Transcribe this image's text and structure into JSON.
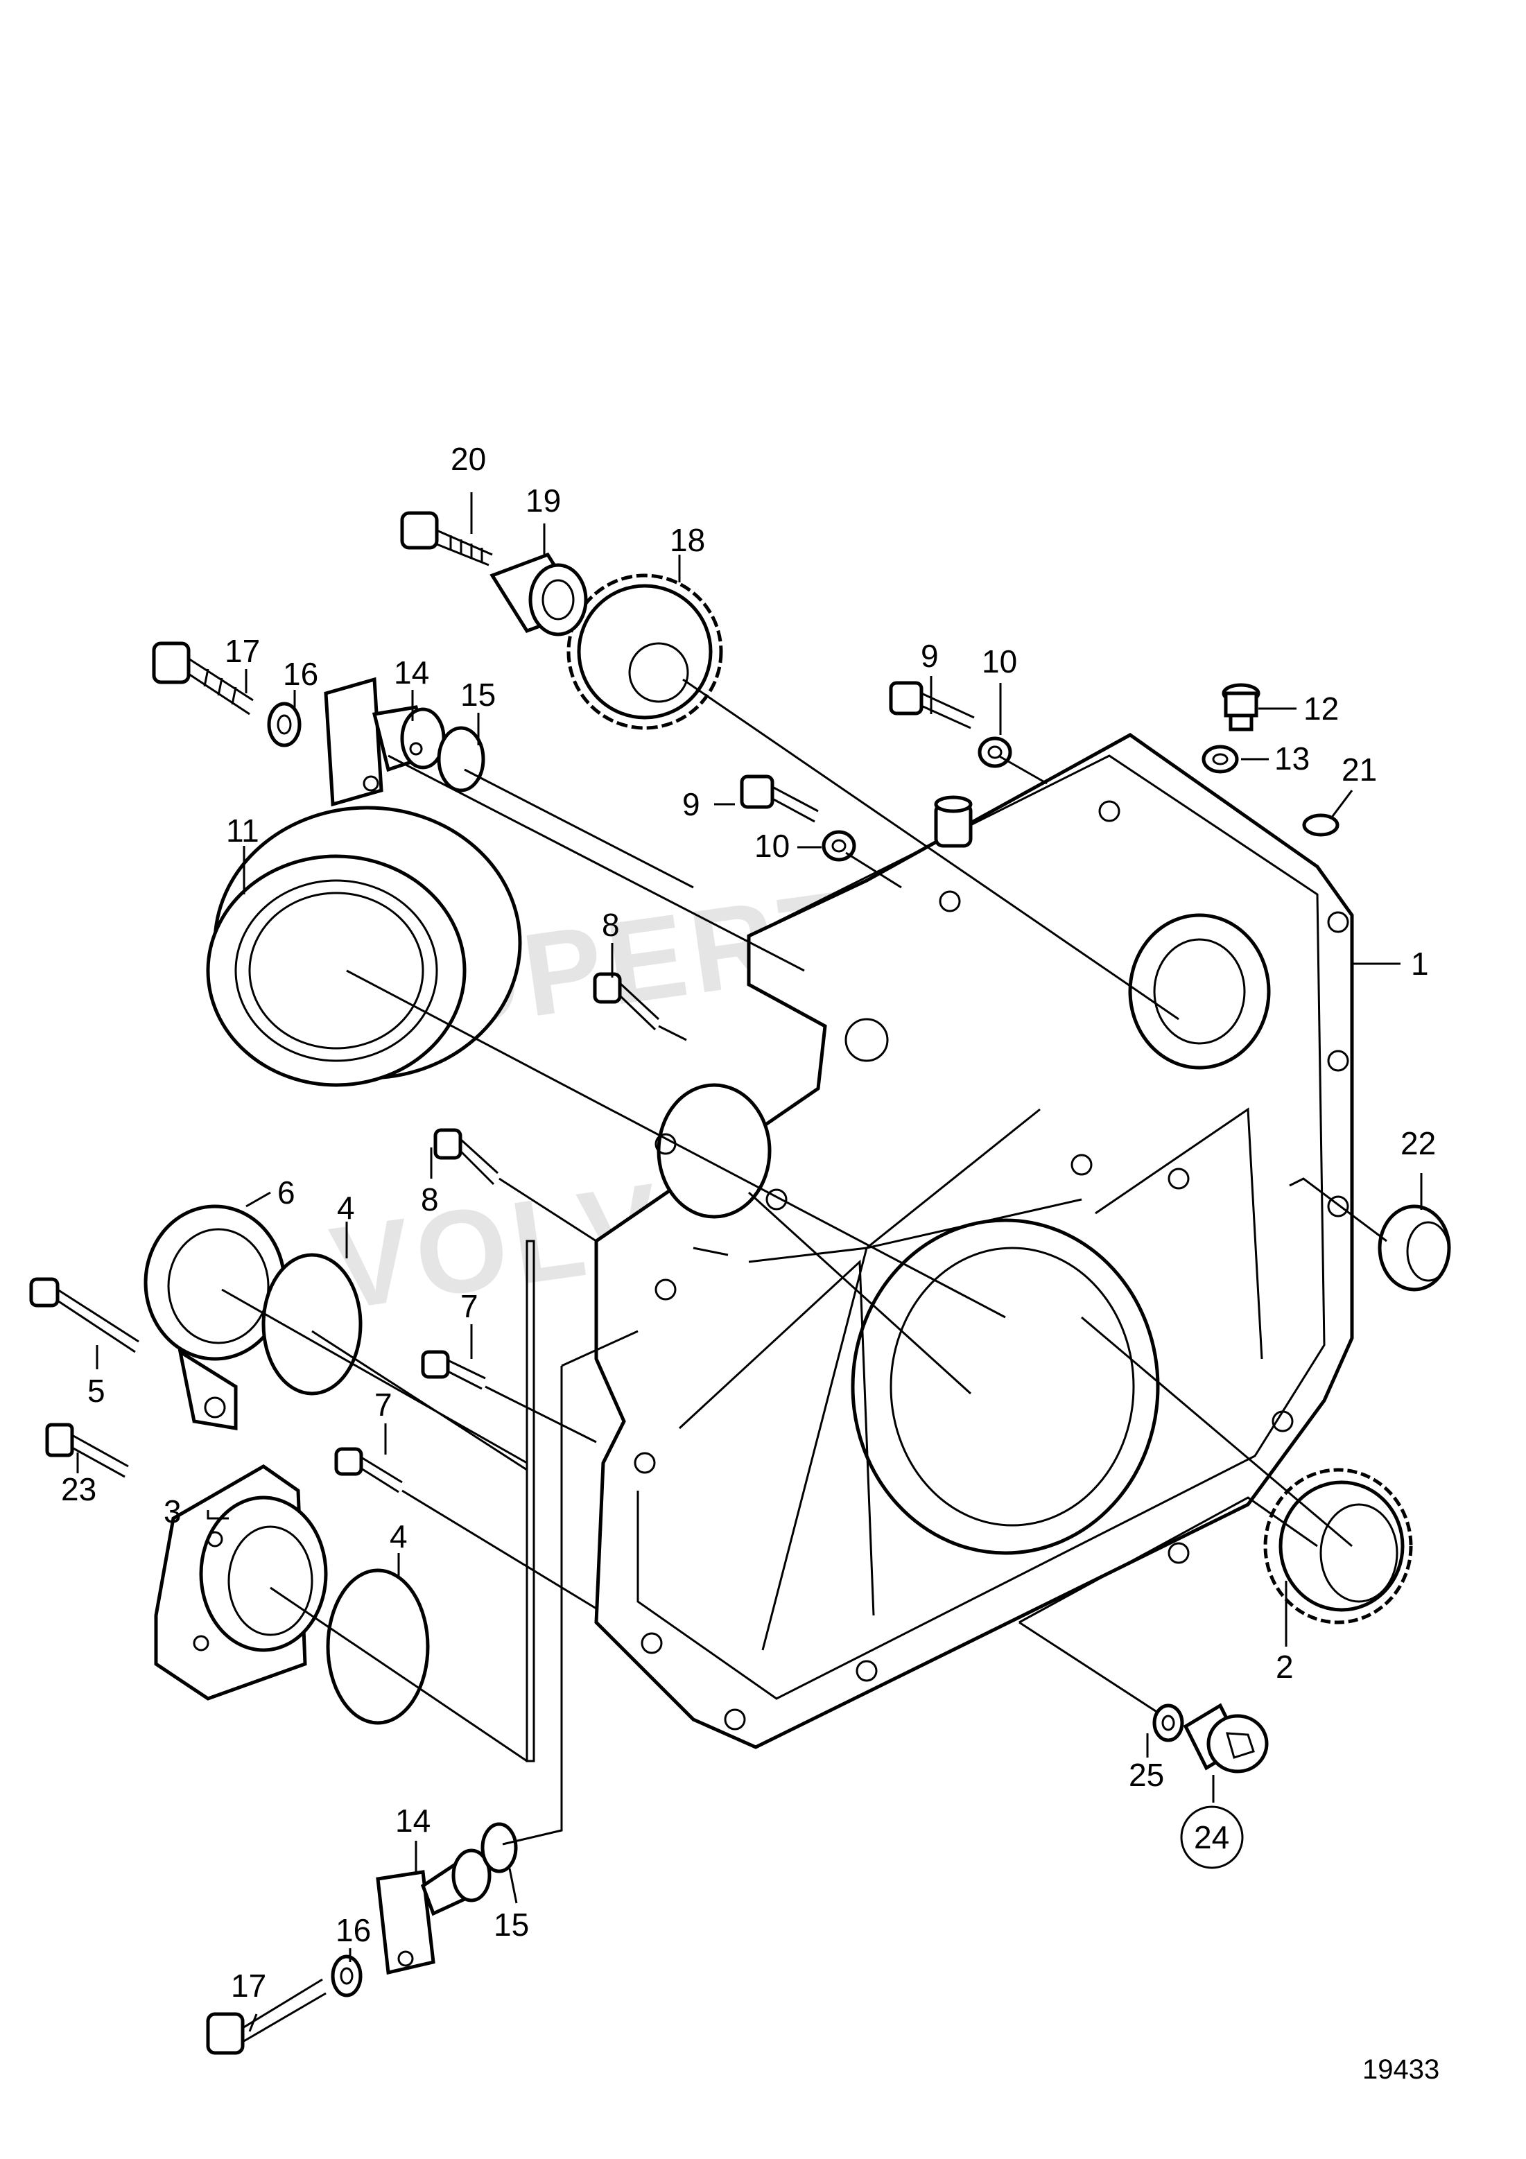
{
  "figure_number": "19433",
  "watermark": [
    "PROPERTY OF",
    "VOLVO PENTA"
  ],
  "callouts": [
    {
      "id": "c1",
      "label": "1"
    },
    {
      "id": "c2",
      "label": "2"
    },
    {
      "id": "c3",
      "label": "3"
    },
    {
      "id": "c4a",
      "label": "4"
    },
    {
      "id": "c4b",
      "label": "4"
    },
    {
      "id": "c5",
      "label": "5"
    },
    {
      "id": "c6",
      "label": "6"
    },
    {
      "id": "c7a",
      "label": "7"
    },
    {
      "id": "c7b",
      "label": "7"
    },
    {
      "id": "c8a",
      "label": "8"
    },
    {
      "id": "c8b",
      "label": "8"
    },
    {
      "id": "c9a",
      "label": "9"
    },
    {
      "id": "c9b",
      "label": "9"
    },
    {
      "id": "c10a",
      "label": "10"
    },
    {
      "id": "c10b",
      "label": "10"
    },
    {
      "id": "c11",
      "label": "11"
    },
    {
      "id": "c12",
      "label": "12"
    },
    {
      "id": "c13",
      "label": "13"
    },
    {
      "id": "c14a",
      "label": "14"
    },
    {
      "id": "c14b",
      "label": "14"
    },
    {
      "id": "c15a",
      "label": "15"
    },
    {
      "id": "c15b",
      "label": "15"
    },
    {
      "id": "c16a",
      "label": "16"
    },
    {
      "id": "c16b",
      "label": "16"
    },
    {
      "id": "c17a",
      "label": "17"
    },
    {
      "id": "c17b",
      "label": "17"
    },
    {
      "id": "c18",
      "label": "18"
    },
    {
      "id": "c19",
      "label": "19"
    },
    {
      "id": "c20",
      "label": "20"
    },
    {
      "id": "c21",
      "label": "21"
    },
    {
      "id": "c22",
      "label": "22"
    },
    {
      "id": "c23",
      "label": "23"
    },
    {
      "id": "c24",
      "label": "24"
    },
    {
      "id": "c25",
      "label": "25"
    }
  ]
}
